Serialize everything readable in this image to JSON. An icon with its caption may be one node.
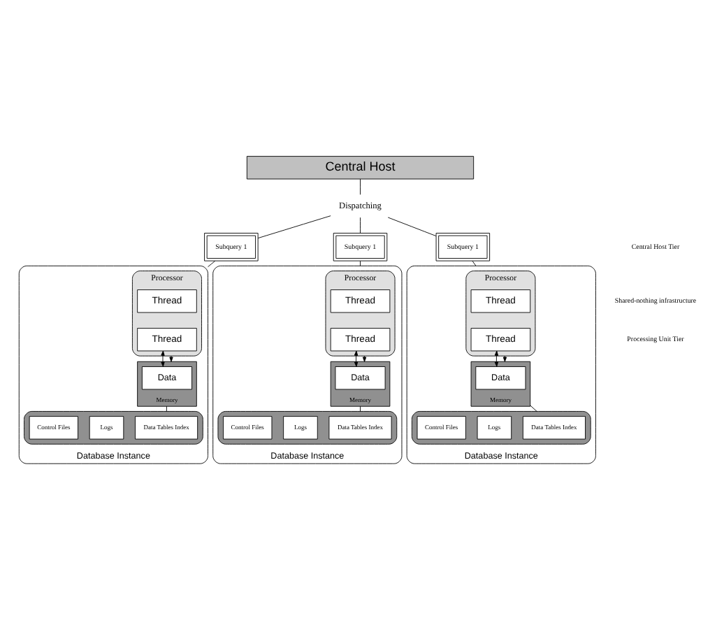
{
  "diagram": {
    "nodes": [
      {
        "text": [
          "Central Host"
        ]
      },
      {
        "text": [
          "Dispatching"
        ]
      },
      {
        "text": [
          "Subquery 1"
        ]
      },
      {
        "text": [
          "Subquery 1"
        ]
      },
      {
        "text": [
          "Subquery 1"
        ]
      },
      {
        "text": [
          "Database Instance"
        ]
      },
      {
        "text": [
          "Processor"
        ],
        "in": 5
      },
      {
        "text": [
          "Thread"
        ],
        "in": 6
      },
      {
        "text": [
          "Thread"
        ],
        "in": 6
      },
      {
        "text": [
          "Memory"
        ],
        "in": 5
      },
      {
        "text": [
          "Data"
        ],
        "in": 9
      },
      {
        "text": [],
        "shape": "cylinder",
        "in": 5
      },
      {
        "text": [
          "Data Tables Index"
        ],
        "in": 11
      },
      {
        "text": [
          "Logs"
        ],
        "in": 11
      },
      {
        "text": [
          "Control Files"
        ],
        "in": 11
      },
      {
        "text": [
          "Database Instance"
        ]
      },
      {
        "text": [
          "Processor"
        ],
        "in": 15
      },
      {
        "text": [
          "Thread"
        ],
        "in": 16
      },
      {
        "text": [
          "Thread"
        ],
        "in": 16
      },
      {
        "text": [
          "Memory"
        ],
        "in": 15
      },
      {
        "text": [
          "Data"
        ],
        "in": 19
      },
      {
        "text": [],
        "shape": "cylinder",
        "in": 15
      },
      {
        "text": [
          "Data Tables Index"
        ],
        "in": 21
      },
      {
        "text": [
          "Logs"
        ],
        "in": 21
      },
      {
        "text": [
          "Control Files"
        ],
        "in": 21
      },
      {
        "text": [
          "Database Instance"
        ]
      },
      {
        "text": [
          "Processor"
        ],
        "in": 25
      },
      {
        "text": [
          "Thread"
        ],
        "in": 26
      },
      {
        "text": [
          "Thread"
        ],
        "in": 26
      },
      {
        "text": [
          "Memory"
        ],
        "in": 25
      },
      {
        "text": [
          "Data"
        ],
        "in": 29
      },
      {
        "text": [],
        "shape": "cylinder",
        "in": 25
      },
      {
        "text": [
          "Data Tables Index"
        ],
        "in": 31
      },
      {
        "text": [
          "Logs"
        ],
        "in": 31
      },
      {
        "text": [
          "Control Files"
        ],
        "in": 31
      }
    ],
    "edges": [
      {
        "from": 0,
        "to": 1,
        "arrow": "none"
      },
      {
        "from": 1,
        "to": 2,
        "arrow": "none"
      },
      {
        "from": 1,
        "to": 3,
        "arrow": "none"
      },
      {
        "from": 1,
        "to": 4,
        "arrow": "none"
      },
      {
        "from": 2,
        "to": 5,
        "arrow": "none"
      },
      {
        "from": 3,
        "to": 15,
        "arrow": "none"
      },
      {
        "from": 4,
        "to": 25,
        "arrow": "none"
      },
      {
        "from": 8,
        "to": 10,
        "arrow": "both"
      },
      {
        "from": 6,
        "to": 9,
        "arrow": "to"
      },
      {
        "from": 9,
        "to": 11,
        "arrow": "none"
      },
      {
        "from": 18,
        "to": 20,
        "arrow": "both"
      },
      {
        "from": 16,
        "to": 19,
        "arrow": "to"
      },
      {
        "from": 19,
        "to": 21,
        "arrow": "none"
      },
      {
        "from": 28,
        "to": 30,
        "arrow": "both"
      },
      {
        "from": 26,
        "to": 29,
        "arrow": "to"
      },
      {
        "from": 29,
        "to": 31,
        "arrow": "none"
      }
    ],
    "labels": [
      "Central Host Tier",
      "Shared-nothing infrastructure",
      "Processing Unit Tier"
    ]
  }
}
